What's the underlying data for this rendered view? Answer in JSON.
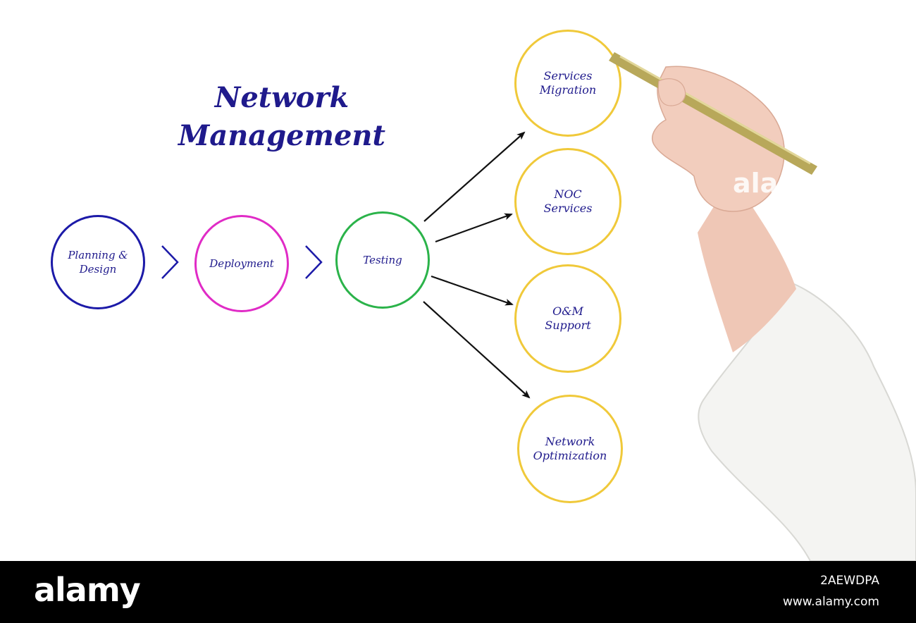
{
  "diagram": {
    "title_lines": [
      "Network",
      "Management"
    ],
    "stages": [
      {
        "label": "Planning &\nDesign",
        "color": "#1c1aa8"
      },
      {
        "label": "Deployment",
        "color": "#e02bc6"
      },
      {
        "label": "Testing",
        "color": "#2bb34a"
      }
    ],
    "outcomes": [
      {
        "label": "Services\nMigration",
        "color": "#f0c93a"
      },
      {
        "label": "NOC\nServices",
        "color": "#f0c93a"
      },
      {
        "label": "O&M\nSupport",
        "color": "#f0c93a"
      },
      {
        "label": "Network\nOptimization",
        "color": "#f0c93a"
      }
    ],
    "text_color": "#1f1a8c",
    "arrow_color": "#111111"
  },
  "watermark": {
    "brand": "alamy",
    "image_id": "2AEWDPA",
    "site": "www.alamy.com",
    "overlay": "alar"
  }
}
